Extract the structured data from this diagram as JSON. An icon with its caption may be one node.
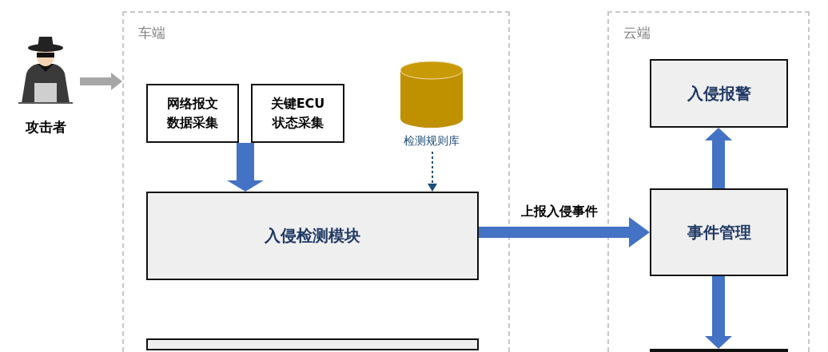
{
  "diagram": {
    "nodes": [
      {
        "text": [
          "车端"
        ]
      },
      {
        "text": [
          "云端"
        ]
      },
      {
        "text": [
          "攻击者"
        ]
      },
      {
        "text": [
          "网络报文数据采集"
        ],
        "in": 0
      },
      {
        "text": [
          "关键ECU状态采集"
        ],
        "in": 0
      },
      {
        "text": [
          "检测规则库"
        ],
        "in": 0
      },
      {
        "text": [
          "入侵检测模块"
        ],
        "in": 0
      },
      {
        "text": [],
        "shape": "box",
        "in": 0
      },
      {
        "text": [
          "入侵报警"
        ],
        "in": 1
      },
      {
        "text": [
          "事件管理"
        ],
        "in": 1
      },
      {
        "text": [],
        "shape": "box",
        "in": 1
      }
    ],
    "edges": [
      {
        "from": 2,
        "to": 0,
        "arrow": "to",
        "color": "#a6a6a6"
      },
      {
        "from": 3,
        "to": 6,
        "arrow": "to"
      },
      {
        "from": 4,
        "to": 6,
        "arrow": "to"
      },
      {
        "from": 5,
        "to": 6,
        "arrow": "to",
        "style": "dashed",
        "color": "#1f4e79"
      },
      {
        "from": 6,
        "to": 9,
        "arrow": "to",
        "label": "上报入侵事件"
      },
      {
        "from": 9,
        "to": 8,
        "arrow": "to"
      },
      {
        "from": 9,
        "to": 10,
        "arrow": "to"
      }
    ]
  }
}
